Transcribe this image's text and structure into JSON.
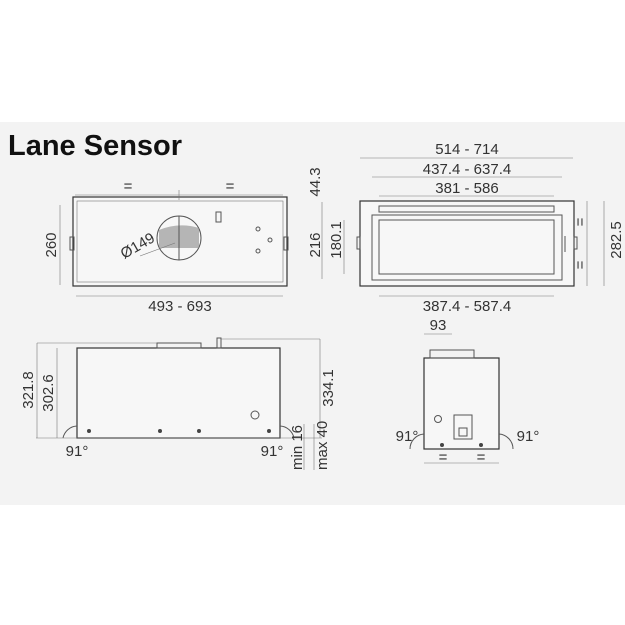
{
  "title": "Lane Sensor",
  "top_view_left": {
    "equal_left": "=",
    "equal_right": "=",
    "depth": "260",
    "duct_diameter": "Ø149",
    "width": "493 - 693"
  },
  "top_view_right": {
    "overall_width": "514 - 714",
    "frame_width": "437.4 - 637.4",
    "strip_width": "381 - 586",
    "cutout_width": "387.4 - 587.4",
    "strip_depth": "44.3",
    "frame_depth": "216",
    "cutout_depth": "180.1",
    "overall_depth": "282.5",
    "equal_top": "=",
    "equal_bottom": "="
  },
  "side_view": {
    "height_total": "321.8",
    "height_body": "302.6",
    "height_max": "334.1",
    "angle_left": "91°",
    "angle_right": "91°",
    "min_label": "min 16",
    "max_label": "max 40"
  },
  "front_view": {
    "outlet_offset": "93",
    "angle_left": "91°",
    "angle_right": "91°",
    "equal_left": "=",
    "equal_right": "="
  }
}
